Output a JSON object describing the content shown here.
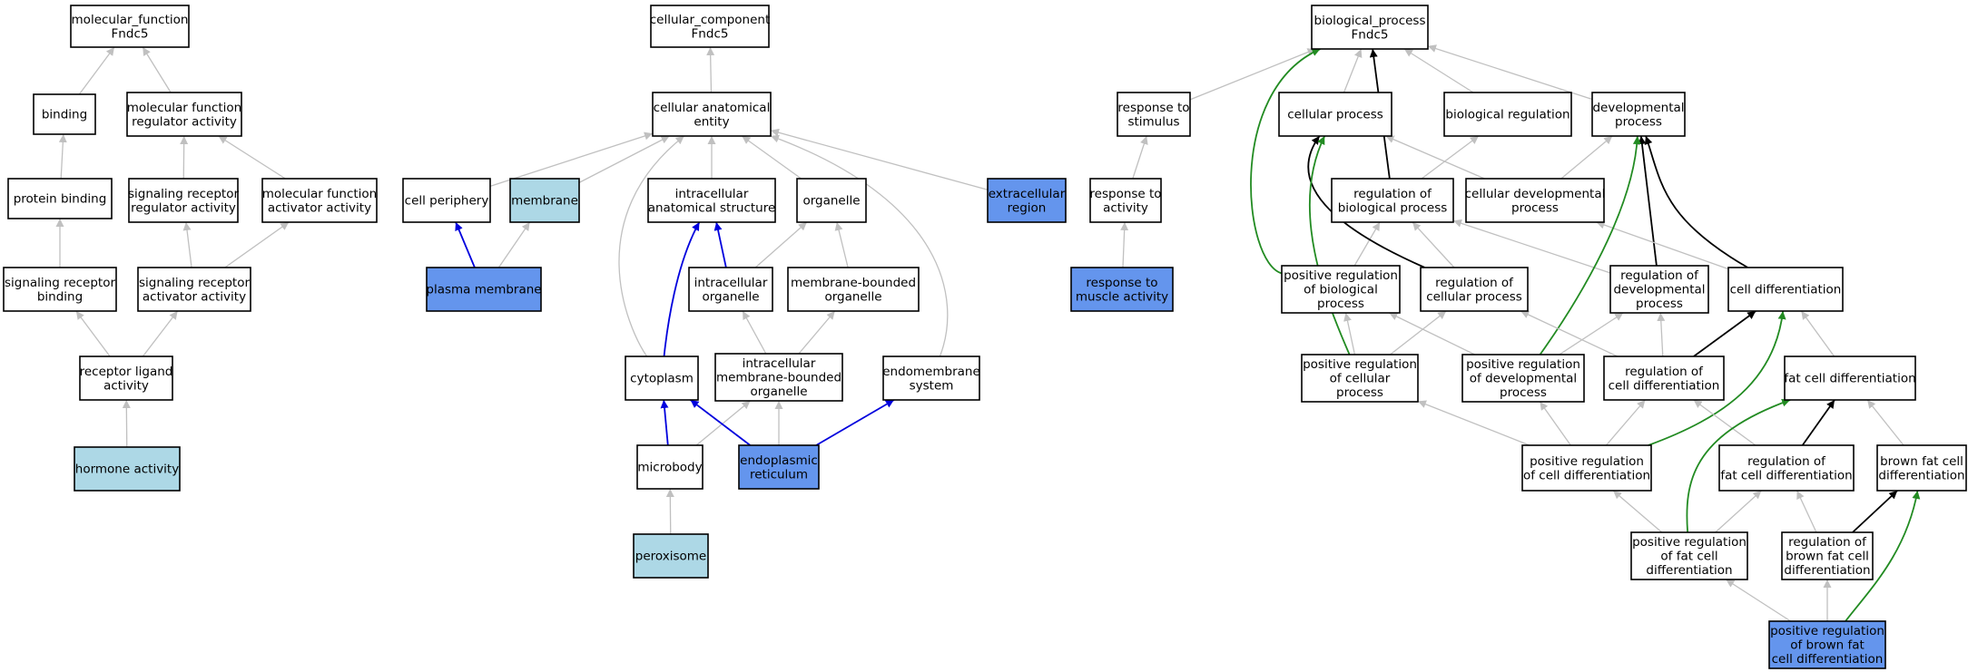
{
  "colors": {
    "default": "#ffffff",
    "light": "#add8e6",
    "dark": "#6495ed",
    "edge_gray": "#c0c0c0",
    "edge_blue": "#0000dd",
    "edge_black": "#000000",
    "edge_green": "#228b22"
  },
  "nodes": [
    {
      "id": "mf",
      "lines": [
        "molecular_function",
        "Fndc5"
      ],
      "fill": "default"
    },
    {
      "id": "binding",
      "lines": [
        "binding"
      ],
      "fill": "default"
    },
    {
      "id": "mfreg",
      "lines": [
        "molecular function",
        "regulator activity"
      ],
      "fill": "default"
    },
    {
      "id": "protbind",
      "lines": [
        "protein binding"
      ],
      "fill": "default"
    },
    {
      "id": "sigrecreg",
      "lines": [
        "signaling receptor",
        "regulator activity"
      ],
      "fill": "default"
    },
    {
      "id": "mfact",
      "lines": [
        "molecular function",
        "activator activity"
      ],
      "fill": "default"
    },
    {
      "id": "sigrecbind",
      "lines": [
        "signaling receptor",
        "binding"
      ],
      "fill": "default"
    },
    {
      "id": "sigrecact",
      "lines": [
        "signaling receptor",
        "activator activity"
      ],
      "fill": "default"
    },
    {
      "id": "recligand",
      "lines": [
        "receptor ligand",
        "activity"
      ],
      "fill": "default"
    },
    {
      "id": "hormone",
      "lines": [
        "hormone activity"
      ],
      "fill": "light"
    },
    {
      "id": "cc",
      "lines": [
        "cellular_component",
        "Fndc5"
      ],
      "fill": "default"
    },
    {
      "id": "cae",
      "lines": [
        "cellular anatomical",
        "entity"
      ],
      "fill": "default"
    },
    {
      "id": "cellper",
      "lines": [
        "cell periphery"
      ],
      "fill": "default"
    },
    {
      "id": "membrane",
      "lines": [
        "membrane"
      ],
      "fill": "light"
    },
    {
      "id": "ias",
      "lines": [
        "intracellular",
        "anatomical structure"
      ],
      "fill": "default"
    },
    {
      "id": "organelle",
      "lines": [
        "organelle"
      ],
      "fill": "default"
    },
    {
      "id": "extracell",
      "lines": [
        "extracellular",
        "region"
      ],
      "fill": "dark"
    },
    {
      "id": "plasmamem",
      "lines": [
        "plasma membrane"
      ],
      "fill": "dark"
    },
    {
      "id": "intorg",
      "lines": [
        "intracellular",
        "organelle"
      ],
      "fill": "default"
    },
    {
      "id": "membbound",
      "lines": [
        "membrane-bounded",
        "organelle"
      ],
      "fill": "default"
    },
    {
      "id": "cytoplasm",
      "lines": [
        "cytoplasm"
      ],
      "fill": "default"
    },
    {
      "id": "intmembbound",
      "lines": [
        "intracellular",
        "membrane-bounded",
        "organelle"
      ],
      "fill": "default"
    },
    {
      "id": "endomem",
      "lines": [
        "endomembrane",
        "system"
      ],
      "fill": "default"
    },
    {
      "id": "microbody",
      "lines": [
        "microbody"
      ],
      "fill": "default"
    },
    {
      "id": "er",
      "lines": [
        "endoplasmic",
        "reticulum"
      ],
      "fill": "dark"
    },
    {
      "id": "peroxisome",
      "lines": [
        "peroxisome"
      ],
      "fill": "light"
    },
    {
      "id": "bp",
      "lines": [
        "biological_process",
        "Fndc5"
      ],
      "fill": "default"
    },
    {
      "id": "respstim",
      "lines": [
        "response to",
        "stimulus"
      ],
      "fill": "default"
    },
    {
      "id": "cellproc",
      "lines": [
        "cellular process"
      ],
      "fill": "default"
    },
    {
      "id": "bioreg",
      "lines": [
        "biological regulation"
      ],
      "fill": "default"
    },
    {
      "id": "devproc",
      "lines": [
        "developmental",
        "process"
      ],
      "fill": "default"
    },
    {
      "id": "respact",
      "lines": [
        "response to",
        "activity"
      ],
      "fill": "default"
    },
    {
      "id": "regbio",
      "lines": [
        "regulation of",
        "biological process"
      ],
      "fill": "default"
    },
    {
      "id": "celldev",
      "lines": [
        "cellular developmental",
        "process"
      ],
      "fill": "default"
    },
    {
      "id": "respmusc",
      "lines": [
        "response to",
        "muscle activity"
      ],
      "fill": "dark"
    },
    {
      "id": "posregbio",
      "lines": [
        "positive regulation",
        "of biological",
        "process"
      ],
      "fill": "default"
    },
    {
      "id": "regcell",
      "lines": [
        "regulation of",
        "cellular process"
      ],
      "fill": "default"
    },
    {
      "id": "regdev",
      "lines": [
        "regulation of",
        "developmental",
        "process"
      ],
      "fill": "default"
    },
    {
      "id": "celldiff",
      "lines": [
        "cell differentiation"
      ],
      "fill": "default"
    },
    {
      "id": "posregcell",
      "lines": [
        "positive regulation",
        "of cellular",
        "process"
      ],
      "fill": "default"
    },
    {
      "id": "posregdev",
      "lines": [
        "positive regulation",
        "of developmental",
        "process"
      ],
      "fill": "default"
    },
    {
      "id": "regcelldiff",
      "lines": [
        "regulation of",
        "cell differentiation"
      ],
      "fill": "default"
    },
    {
      "id": "fatdiff",
      "lines": [
        "fat cell differentiation"
      ],
      "fill": "default"
    },
    {
      "id": "posregcelldiff",
      "lines": [
        "positive regulation",
        "of cell differentiation"
      ],
      "fill": "default"
    },
    {
      "id": "regfatdiff",
      "lines": [
        "regulation of",
        "fat cell differentiation"
      ],
      "fill": "default"
    },
    {
      "id": "brownfat",
      "lines": [
        "brown fat cell",
        "differentiation"
      ],
      "fill": "default"
    },
    {
      "id": "posregfat",
      "lines": [
        "positive regulation",
        "of fat cell",
        "differentiation"
      ],
      "fill": "default"
    },
    {
      "id": "regbrown",
      "lines": [
        "regulation of",
        "brown fat cell",
        "differentiation"
      ],
      "fill": "default"
    },
    {
      "id": "posregbrown",
      "lines": [
        "positive regulation",
        "of brown fat",
        "cell differentiation"
      ],
      "fill": "dark"
    }
  ],
  "edges": [
    {
      "from": "binding",
      "to": "mf",
      "color": "edge_gray"
    },
    {
      "from": "mfreg",
      "to": "mf",
      "color": "edge_gray"
    },
    {
      "from": "protbind",
      "to": "binding",
      "color": "edge_gray"
    },
    {
      "from": "sigrecreg",
      "to": "mfreg",
      "color": "edge_gray"
    },
    {
      "from": "mfact",
      "to": "mfreg",
      "color": "edge_gray"
    },
    {
      "from": "sigrecbind",
      "to": "protbind",
      "color": "edge_gray"
    },
    {
      "from": "sigrecact",
      "to": "sigrecreg",
      "color": "edge_gray"
    },
    {
      "from": "sigrecact",
      "to": "mfact",
      "color": "edge_gray"
    },
    {
      "from": "recligand",
      "to": "sigrecbind",
      "color": "edge_gray"
    },
    {
      "from": "recligand",
      "to": "sigrecact",
      "color": "edge_gray"
    },
    {
      "from": "hormone",
      "to": "recligand",
      "color": "edge_gray"
    },
    {
      "from": "cae",
      "to": "cc",
      "color": "edge_gray"
    },
    {
      "from": "cellper",
      "to": "cae",
      "color": "edge_gray"
    },
    {
      "from": "membrane",
      "to": "cae",
      "color": "edge_gray"
    },
    {
      "from": "ias",
      "to": "cae",
      "color": "edge_gray"
    },
    {
      "from": "organelle",
      "to": "cae",
      "color": "edge_gray"
    },
    {
      "from": "extracell",
      "to": "cae",
      "color": "edge_gray"
    },
    {
      "from": "cytoplasm",
      "to": "cae",
      "color": "edge_gray",
      "curve": [
        [
          690,
          360
        ],
        [
          640,
          240
        ]
      ]
    },
    {
      "from": "endomem",
      "to": "cae",
      "color": "edge_gray",
      "curve": [
        [
          1060,
          330
        ],
        [
          1040,
          220
        ]
      ]
    },
    {
      "from": "plasmamem",
      "to": "cellper",
      "color": "edge_blue"
    },
    {
      "from": "plasmamem",
      "to": "membrane",
      "color": "edge_gray"
    },
    {
      "from": "intorg",
      "to": "ias",
      "color": "edge_blue"
    },
    {
      "from": "intorg",
      "to": "organelle",
      "color": "edge_gray"
    },
    {
      "from": "membbound",
      "to": "organelle",
      "color": "edge_gray"
    },
    {
      "from": "cytoplasm",
      "to": "ias",
      "color": "edge_blue",
      "curve": [
        [
          735,
          360
        ],
        [
          745,
          290
        ]
      ]
    },
    {
      "from": "intmembbound",
      "to": "intorg",
      "color": "edge_gray"
    },
    {
      "from": "intmembbound",
      "to": "membbound",
      "color": "edge_gray"
    },
    {
      "from": "microbody",
      "to": "cytoplasm",
      "color": "edge_blue"
    },
    {
      "from": "microbody",
      "to": "intmembbound",
      "color": "edge_gray"
    },
    {
      "from": "er",
      "to": "cytoplasm",
      "color": "edge_blue"
    },
    {
      "from": "er",
      "to": "intmembbound",
      "color": "edge_gray"
    },
    {
      "from": "er",
      "to": "endomem",
      "color": "edge_blue"
    },
    {
      "from": "peroxisome",
      "to": "microbody",
      "color": "edge_gray"
    },
    {
      "from": "respstim",
      "to": "bp",
      "color": "edge_gray"
    },
    {
      "from": "cellproc",
      "to": "bp",
      "color": "edge_gray"
    },
    {
      "from": "bioreg",
      "to": "bp",
      "color": "edge_gray"
    },
    {
      "from": "devproc",
      "to": "bp",
      "color": "edge_gray"
    },
    {
      "from": "regbio",
      "to": "bp",
      "color": "edge_black"
    },
    {
      "from": "posregbio",
      "to": "bp",
      "color": "edge_green",
      "curve": [
        [
          1370,
          290
        ],
        [
          1350,
          100
        ]
      ]
    },
    {
      "from": "respact",
      "to": "respstim",
      "color": "edge_gray"
    },
    {
      "from": "regbio",
      "to": "bioreg",
      "color": "edge_gray"
    },
    {
      "from": "celldev",
      "to": "cellproc",
      "color": "edge_gray"
    },
    {
      "from": "celldev",
      "to": "devproc",
      "color": "edge_gray"
    },
    {
      "from": "respmusc",
      "to": "respact",
      "color": "edge_gray"
    },
    {
      "from": "posregbio",
      "to": "regbio",
      "color": "edge_gray"
    },
    {
      "from": "regcell",
      "to": "regbio",
      "color": "edge_gray"
    },
    {
      "from": "regdev",
      "to": "regbio",
      "color": "edge_gray"
    },
    {
      "from": "regcell",
      "to": "cellproc",
      "color": "edge_black",
      "curve": [
        [
          1490,
          260
        ],
        [
          1410,
          210
        ]
      ]
    },
    {
      "from": "posregcell",
      "to": "cellproc",
      "color": "edge_green",
      "curve": [
        [
          1460,
          330
        ],
        [
          1420,
          230
        ]
      ]
    },
    {
      "from": "regdev",
      "to": "devproc",
      "color": "edge_black"
    },
    {
      "from": "celldiff",
      "to": "celldev",
      "color": "edge_gray"
    },
    {
      "from": "celldiff",
      "to": "devproc",
      "color": "edge_black",
      "curve": [
        [
          1830,
          240
        ],
        [
          1830,
          200
        ]
      ]
    },
    {
      "from": "posregcell",
      "to": "posregbio",
      "color": "edge_gray"
    },
    {
      "from": "posregcell",
      "to": "regcell",
      "color": "edge_gray"
    },
    {
      "from": "posregdev",
      "to": "posregbio",
      "color": "edge_gray"
    },
    {
      "from": "posregdev",
      "to": "regdev",
      "color": "edge_gray"
    },
    {
      "from": "posregdev",
      "to": "devproc",
      "color": "edge_green",
      "curve": [
        [
          1740,
          330
        ],
        [
          1800,
          230
        ]
      ]
    },
    {
      "from": "regcelldiff",
      "to": "regcell",
      "color": "edge_gray"
    },
    {
      "from": "regcelldiff",
      "to": "regdev",
      "color": "edge_gray"
    },
    {
      "from": "regcelldiff",
      "to": "celldiff",
      "color": "edge_black"
    },
    {
      "from": "fatdiff",
      "to": "celldiff",
      "color": "edge_gray"
    },
    {
      "from": "posregcelldiff",
      "to": "posregcell",
      "color": "edge_gray"
    },
    {
      "from": "posregcelldiff",
      "to": "posregdev",
      "color": "edge_gray"
    },
    {
      "from": "posregcelldiff",
      "to": "regcelldiff",
      "color": "edge_gray"
    },
    {
      "from": "posregcelldiff",
      "to": "celldiff",
      "color": "edge_green",
      "curve": [
        [
          1900,
          460
        ],
        [
          1955,
          420
        ]
      ]
    },
    {
      "from": "regfatdiff",
      "to": "regcelldiff",
      "color": "edge_gray"
    },
    {
      "from": "regfatdiff",
      "to": "fatdiff",
      "color": "edge_black"
    },
    {
      "from": "brownfat",
      "to": "fatdiff",
      "color": "edge_gray"
    },
    {
      "from": "posregfat",
      "to": "posregcelldiff",
      "color": "edge_gray"
    },
    {
      "from": "posregfat",
      "to": "regfatdiff",
      "color": "edge_gray"
    },
    {
      "from": "posregfat",
      "to": "fatdiff",
      "color": "edge_green",
      "curve": [
        [
          1855,
          530
        ],
        [
          1865,
          480
        ]
      ]
    },
    {
      "from": "regbrown",
      "to": "regfatdiff",
      "color": "edge_gray"
    },
    {
      "from": "regbrown",
      "to": "brownfat",
      "color": "edge_black"
    },
    {
      "from": "posregbrown",
      "to": "posregfat",
      "color": "edge_gray"
    },
    {
      "from": "posregbrown",
      "to": "regbrown",
      "color": "edge_gray"
    },
    {
      "from": "posregbrown",
      "to": "brownfat",
      "color": "edge_green",
      "curve": [
        [
          2060,
          650
        ],
        [
          2100,
          610
        ]
      ]
    }
  ]
}
